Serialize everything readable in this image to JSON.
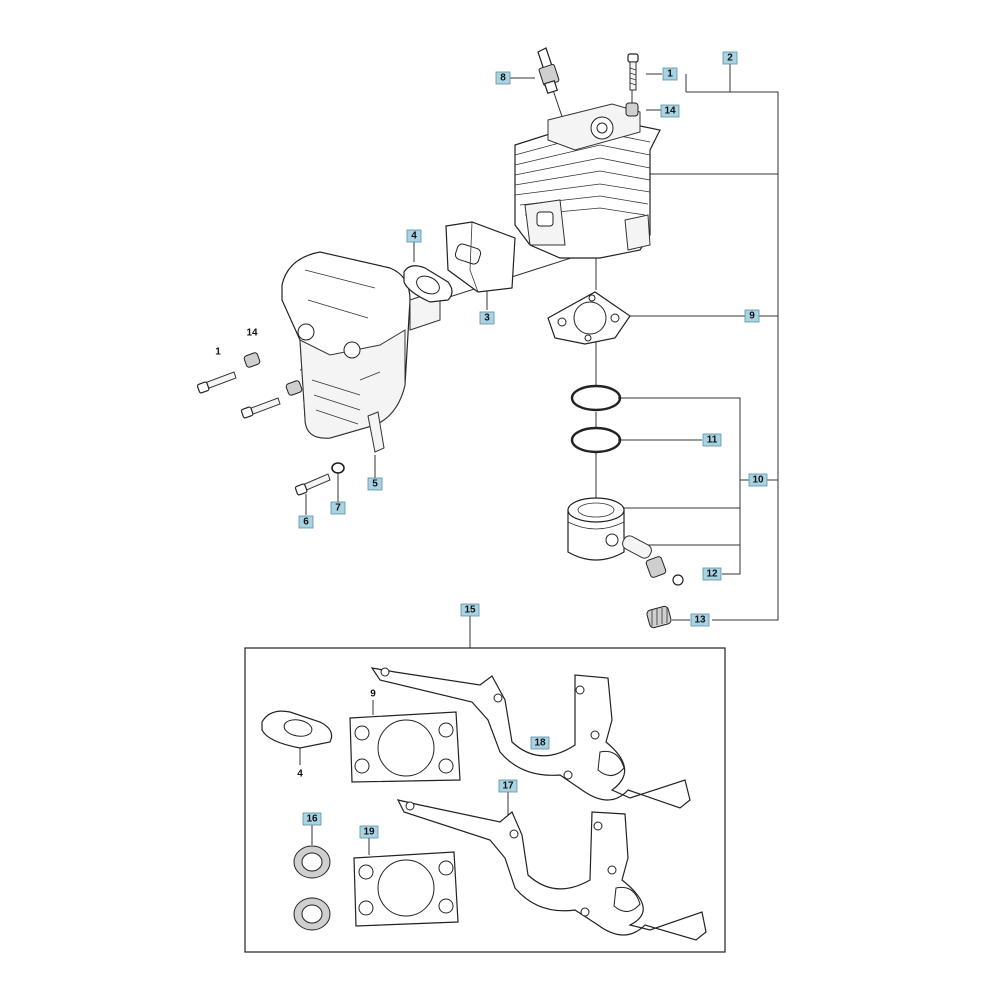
{
  "callouts": [
    {
      "id": "c1-top",
      "label": "1",
      "style": "badge"
    },
    {
      "id": "c2",
      "label": "2",
      "style": "badge"
    },
    {
      "id": "c8",
      "label": "8",
      "style": "badge"
    },
    {
      "id": "c14-top",
      "label": "14",
      "style": "badge"
    },
    {
      "id": "c4-top",
      "label": "4",
      "style": "badge"
    },
    {
      "id": "c3",
      "label": "3",
      "style": "badge"
    },
    {
      "id": "c9-top",
      "label": "9",
      "style": "badge"
    },
    {
      "id": "c11",
      "label": "11",
      "style": "badge"
    },
    {
      "id": "c10",
      "label": "10",
      "style": "badge"
    },
    {
      "id": "c12",
      "label": "12",
      "style": "badge"
    },
    {
      "id": "c13",
      "label": "13",
      "style": "badge"
    },
    {
      "id": "c1-left",
      "label": "1",
      "style": "plain"
    },
    {
      "id": "c14-left",
      "label": "14",
      "style": "plain"
    },
    {
      "id": "c5",
      "label": "5",
      "style": "badge"
    },
    {
      "id": "c6",
      "label": "6",
      "style": "badge"
    },
    {
      "id": "c7",
      "label": "7",
      "style": "badge"
    },
    {
      "id": "c15",
      "label": "15",
      "style": "badge"
    },
    {
      "id": "c9-kit",
      "label": "9",
      "style": "plain"
    },
    {
      "id": "c4-kit",
      "label": "4",
      "style": "plain"
    },
    {
      "id": "c18",
      "label": "18",
      "style": "badge"
    },
    {
      "id": "c17",
      "label": "17",
      "style": "badge"
    },
    {
      "id": "c16",
      "label": "16",
      "style": "badge"
    },
    {
      "id": "c19",
      "label": "19",
      "style": "badge"
    }
  ],
  "colors": {
    "badge_fill": "#a9d3e3",
    "badge_stroke": "#5a8fa3",
    "line": "#333333",
    "background": "#ffffff"
  }
}
